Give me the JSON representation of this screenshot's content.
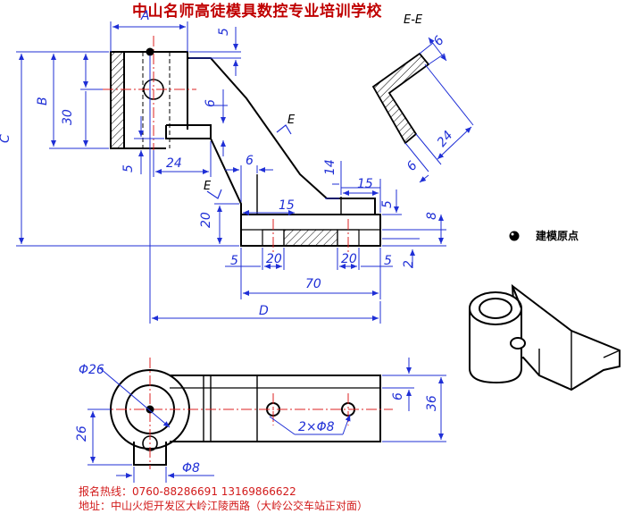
{
  "header": {
    "title": "中山名师高徒模具数控专业培训学校"
  },
  "section_label": "E-E",
  "section_marks": [
    "E",
    "E"
  ],
  "legend": {
    "text": "建模原点"
  },
  "dimensions": {
    "A": "A",
    "B": "B",
    "C": "C",
    "D": "D",
    "d5_top": "5",
    "d30": "30",
    "d6_rib": "6",
    "d5_left": "5",
    "d24_left": "24",
    "d6_mid": "6",
    "d20_left": "20",
    "d15_mid": "15",
    "d14": "14",
    "d15_right": "15",
    "d5_right": "5",
    "d8_right": "8",
    "d2_right": "2",
    "d5_bottom": "5",
    "d20_a": "20",
    "d20_b": "20",
    "d5_bottom2": "5",
    "d70": "70",
    "sec_6": "6",
    "sec_24": "24",
    "sec_6b": "6",
    "phi26": "Φ26",
    "d26": "26",
    "phi8": "Φ8",
    "holes": "2×Φ8",
    "d6_plan": "6",
    "d36": "36"
  },
  "footer": {
    "line1": "报名热线：0760-88286691 13169866622",
    "line2": "地址：中山火炬开发区大岭江陵西路（大岭公交车站正对面）"
  }
}
